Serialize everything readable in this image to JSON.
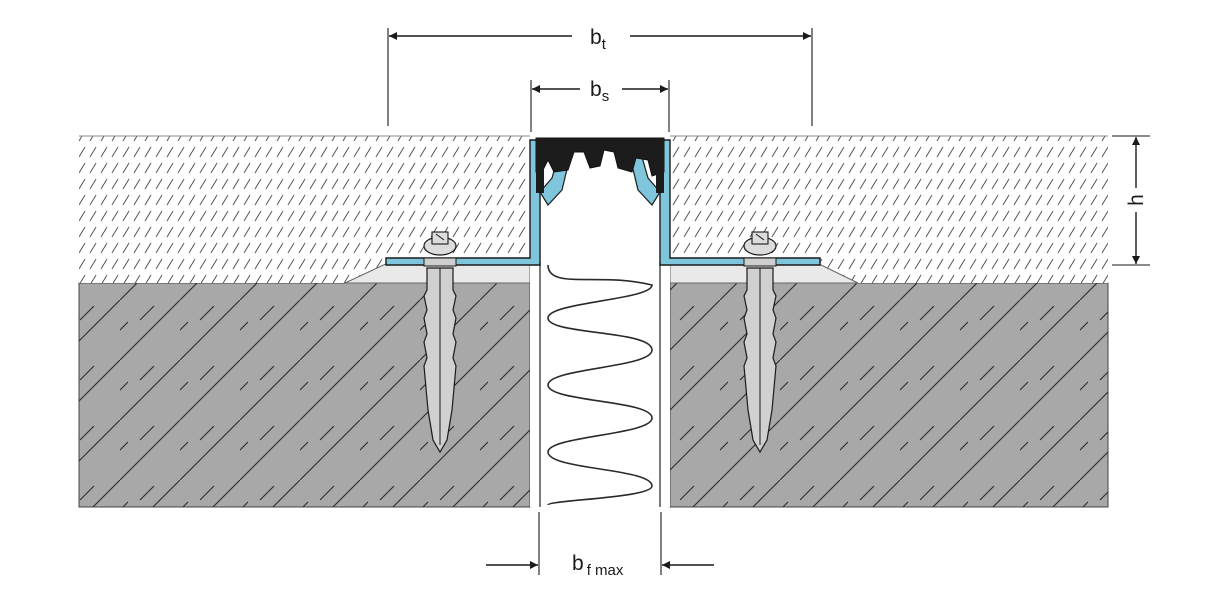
{
  "dimensions": {
    "total_width": {
      "base": "b",
      "sub": "t"
    },
    "seal_width": {
      "base": "b",
      "sub": "s"
    },
    "filler_width": {
      "base": "b",
      "sub": "f max"
    },
    "height": {
      "base": "h"
    }
  },
  "colors": {
    "screed_fill": "#ffffff",
    "substrate_fill": "#a8a8a8",
    "profile_blue": "#7fc6dd",
    "seal_black": "#1c1c1c",
    "line": "#1a1a1a"
  },
  "icons": {
    "left_anchor": "wall-plug-screw-icon",
    "right_anchor": "wall-plug-screw-icon",
    "filler": "foam-filler-icon"
  }
}
